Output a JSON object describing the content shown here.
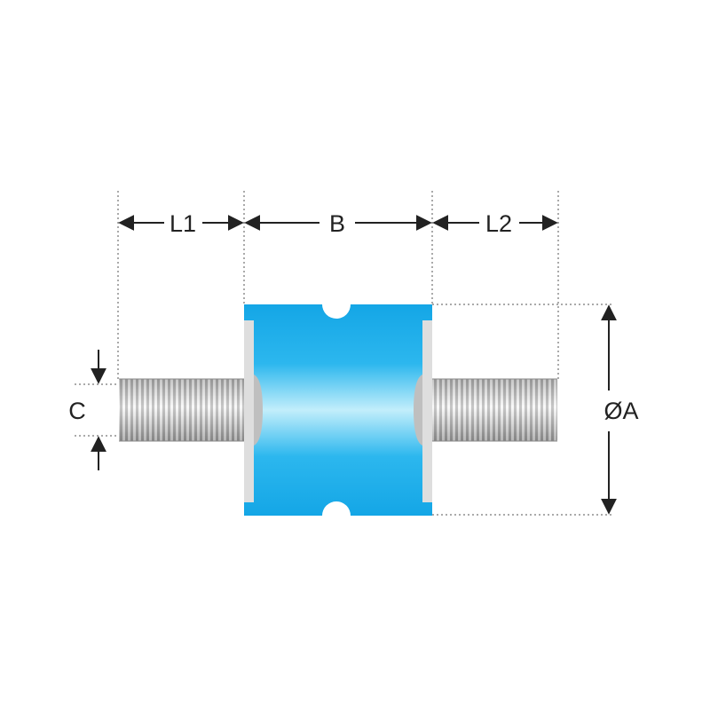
{
  "labels": {
    "l1": "L1",
    "b": "B",
    "l2": "L2",
    "c": "C",
    "diameter": "ØA"
  },
  "colors": {
    "rubber_light": "#b9ecfb",
    "rubber_mid": "#4cc8f2",
    "rubber_dark": "#14a6e6",
    "metal_light": "#f4f4f4",
    "metal_dark": "#9a9a9a",
    "plate": "#dedede",
    "line": "#222222",
    "dash": "#555555"
  }
}
